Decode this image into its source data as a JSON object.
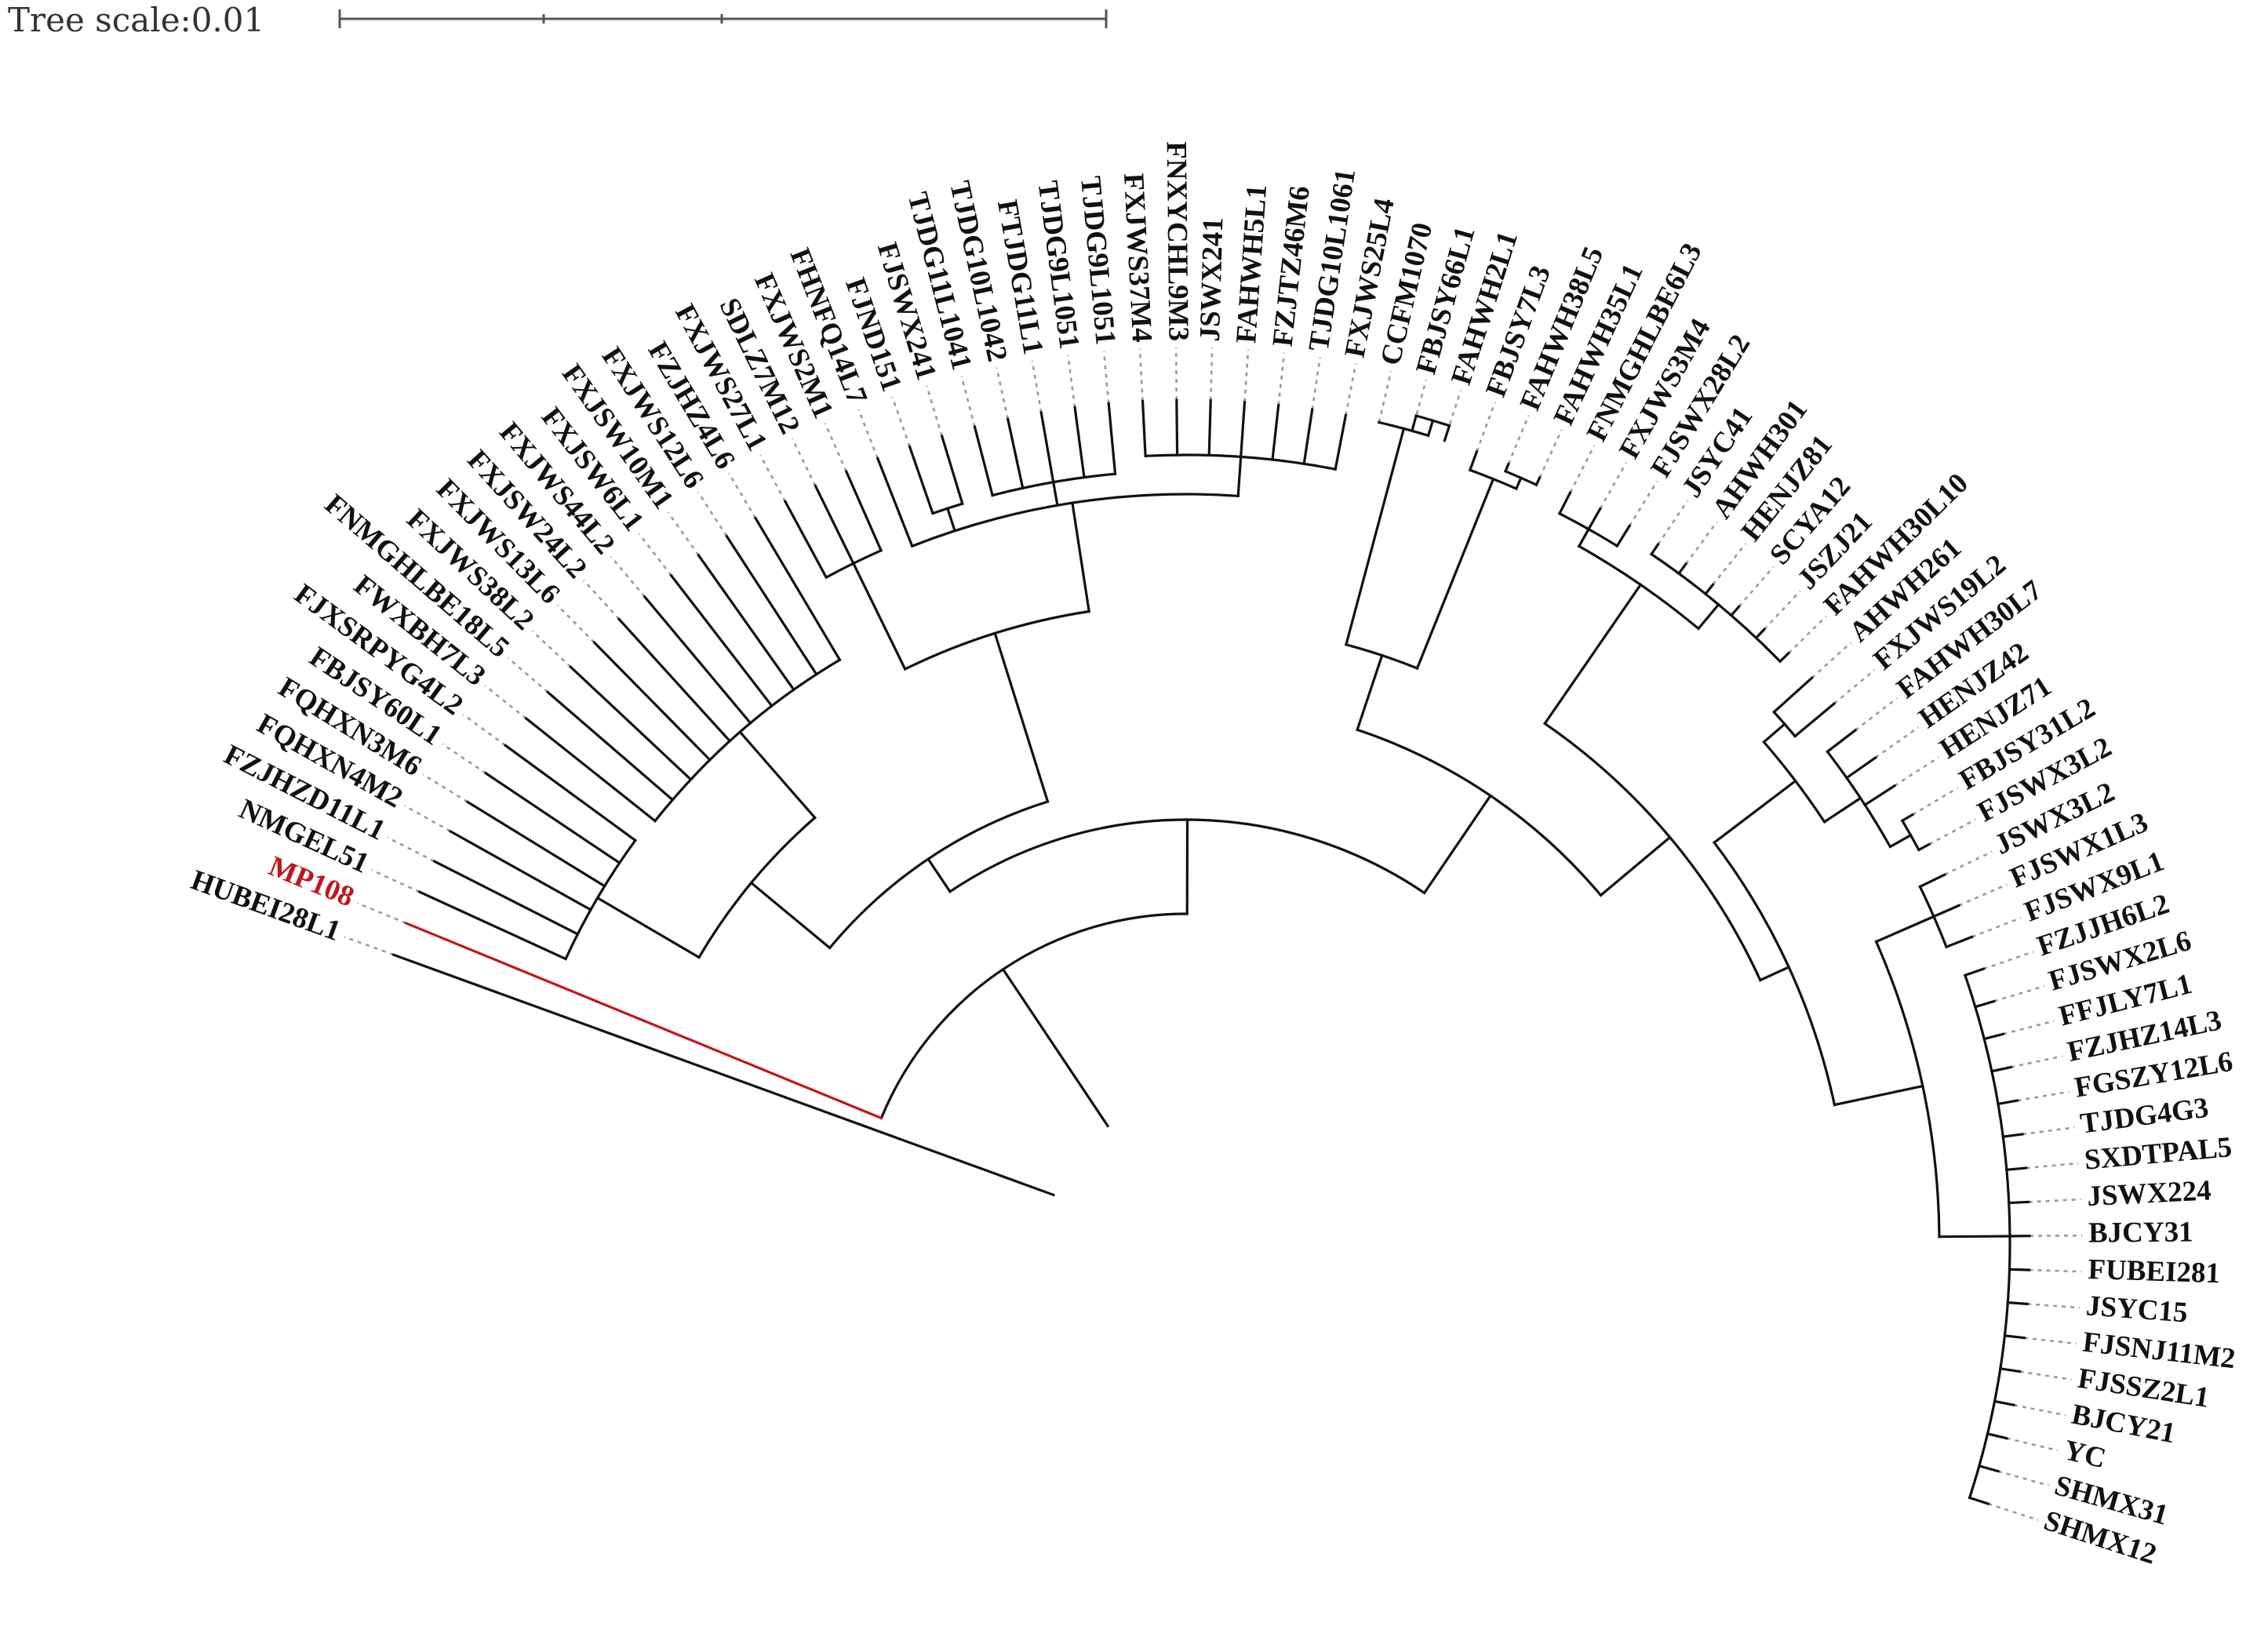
{
  "scale": {
    "label": "Tree scale:0.01"
  },
  "colors": {
    "branch": "#111111",
    "highlight": "#c0171c",
    "guide": "#9a9a9a"
  },
  "highlight_leaf": "MP108",
  "leaves": [
    "HUBEI28L1",
    "MP108",
    "NMGEL51",
    "FZJHZD11L1",
    "FQHXN4M2",
    "FQHXN3M6",
    "FBJSY60L1",
    "FJXSRPYG4L2",
    "FWXBH7L3",
    "FNMGHLBE18L5",
    "FXJWS38L2",
    "FXJWS13L6",
    "FXJSW24L2",
    "FXJWS44L2",
    "FXJSW6L1",
    "FXJSW10M1",
    "FXJWS12L6",
    "FZJHZ4L6",
    "FXJWS27L1",
    "SDLZ7M12",
    "FXJWS2M1",
    "FHNFQ14L7",
    "FJND151",
    "FJSWX241",
    "TJDG11L1041",
    "TJDG10L1042",
    "FTJDG11L1",
    "TJDG9L1051",
    "TJDG9L1051",
    "FXJWS37M4",
    "FNXYCHL9M3",
    "JSWX241",
    "FAHWH5L1",
    "FZJTZ46M6",
    "TJDG10L1061",
    "FXJWS25L4",
    "CCFM1070",
    "FBJSY66L1",
    "FAHWH2L1",
    "FBJSY7L3",
    "FAHWH38L5",
    "FAHWH35L1",
    "FNMGHLBE6L3",
    "FXJWS3M4",
    "FJSWX28L2",
    "JSYC41",
    "AHWH301",
    "HENJZ81",
    "SCYA12",
    "JSZJ21",
    "FAHWH30L10",
    "AHWH261",
    "FXJWS19L2",
    "FAHWH30L7",
    "HENJZ42",
    "HENJZ71",
    "FBJSY31L2",
    "FJSWX3L2",
    "JSWX3L2",
    "FJSWX1L3",
    "FJSWX9L1",
    "FZJJH6L2",
    "FJSWX2L6",
    "FFJLY7L1",
    "FZJHZ14L3",
    "FGSZY12L6",
    "TJDG4G3",
    "SXDTPAL5",
    "JSWX224",
    "BJCY31",
    "FUBEI281",
    "JSYC15",
    "FJSNJ11M2",
    "FJSSZ2L1",
    "BJCY21",
    "YC",
    "SHMX31",
    "SHMX12"
  ]
}
